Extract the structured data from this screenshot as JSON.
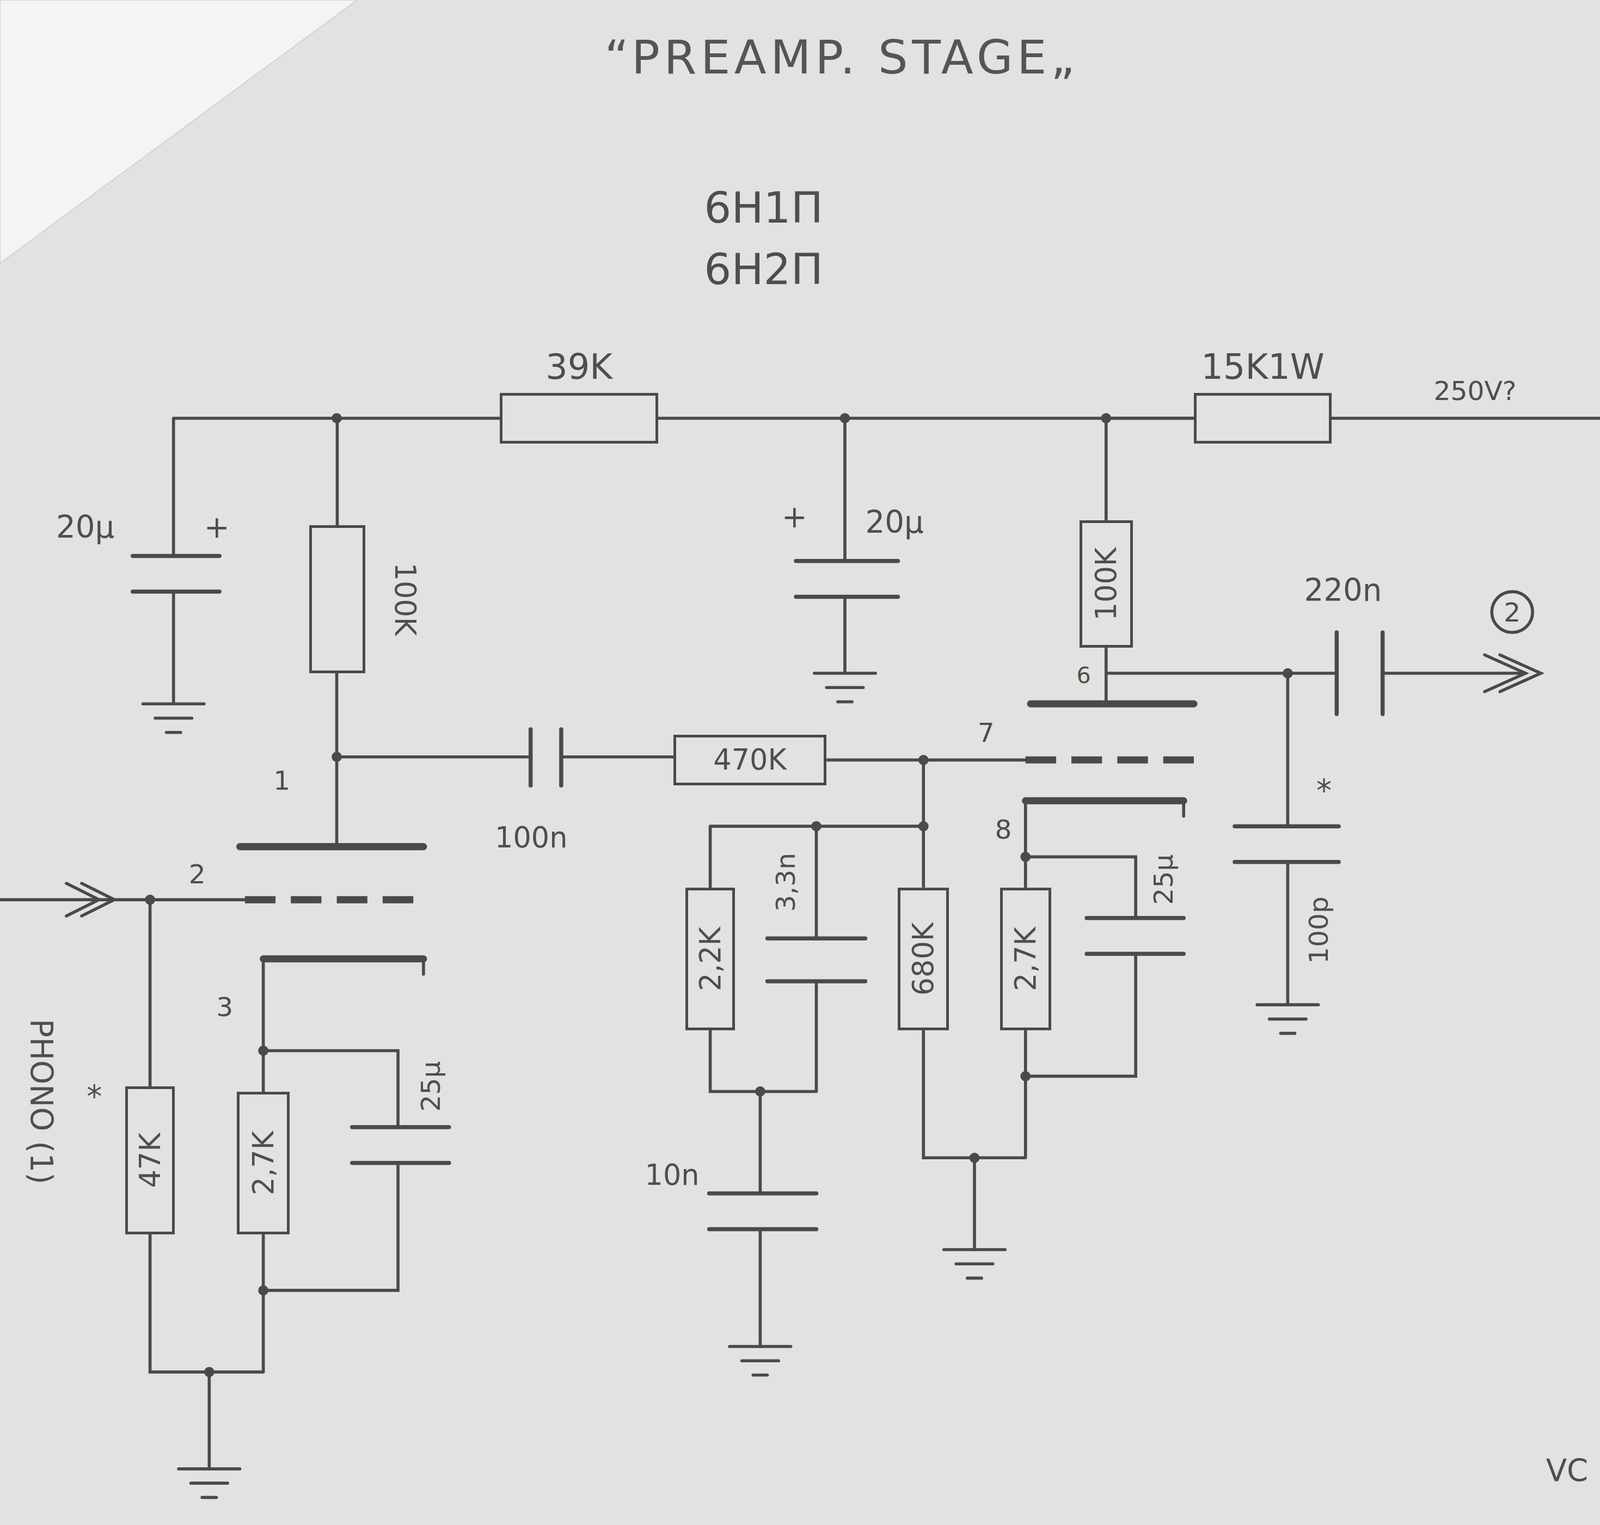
{
  "diagram": {
    "title": "“PREAMP. STAGE„",
    "nodes": [
      {
        "text": [
          "39K"
        ]
      },
      {
        "text": [
          "15K1W"
        ]
      },
      {
        "text": [
          "100K"
        ]
      },
      {
        "text": [
          "100K"
        ]
      },
      {
        "text": [
          "470K"
        ]
      },
      {
        "text": [
          "2,2K"
        ]
      },
      {
        "text": [
          "680K"
        ]
      },
      {
        "text": [
          "2,7K"
        ]
      },
      {
        "text": [
          "47K"
        ]
      },
      {
        "text": [
          "2,7K"
        ]
      }
    ],
    "edges": [
      {
        "from": 0,
        "to": 1,
        "arrow": "none"
      },
      {
        "from": 0,
        "to": 2,
        "arrow": "none"
      },
      {
        "from": 1,
        "to": 3,
        "arrow": "none"
      },
      {
        "from": 4,
        "to": 6,
        "arrow": "none"
      }
    ],
    "labels": [
      "6Н1П",
      "6Н2П",
      "20µ",
      "+",
      "20µ",
      "+",
      "250V?",
      "220n",
      "2",
      "1",
      "2",
      "3",
      "100n",
      "7",
      "6",
      "8",
      "3,3n",
      "10n",
      "25µ",
      "*",
      "100p",
      "25µ",
      "*",
      "PHONO (1)",
      "VC"
    ]
  }
}
